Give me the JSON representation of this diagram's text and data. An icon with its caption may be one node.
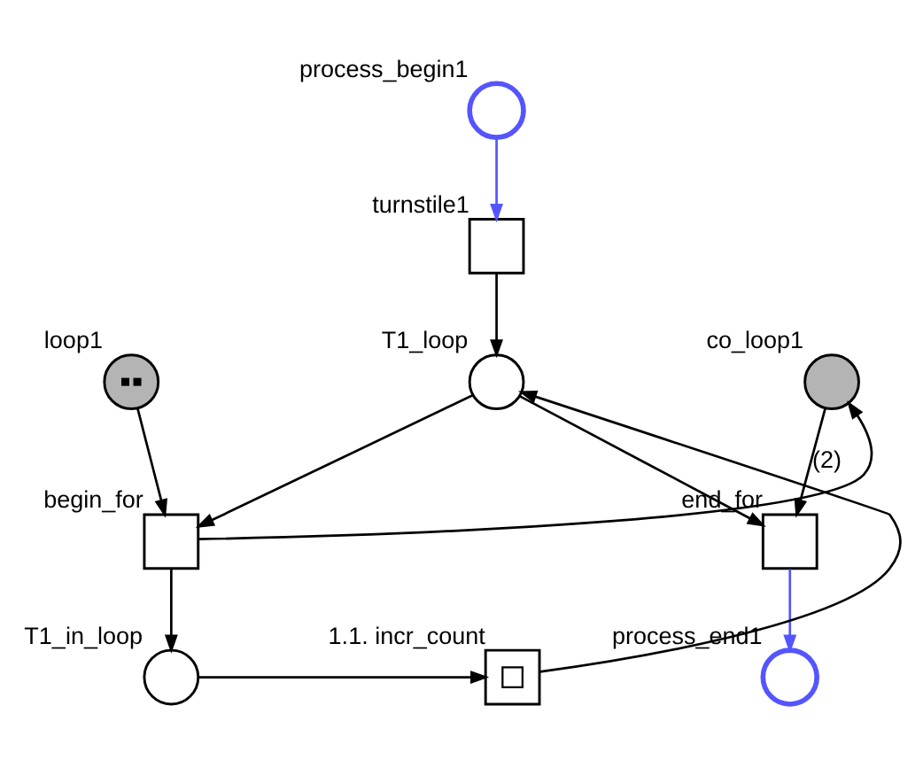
{
  "diagram": {
    "nodes": [
      {
        "text": [],
        "shape": "circle",
        "beside": [
          "process_begin1"
        ]
      },
      {
        "text": [],
        "shape": "box",
        "beside": [
          "turnstile1"
        ]
      },
      {
        "text": [],
        "shape": "circle",
        "beside": [
          "T1_loop"
        ]
      },
      {
        "text": [],
        "shape": "circle",
        "beside": [
          "loop1"
        ]
      },
      {
        "text": [],
        "shape": "circle",
        "beside": [
          "co_loop1"
        ]
      },
      {
        "text": [],
        "shape": "box",
        "beside": [
          "begin_for"
        ]
      },
      {
        "text": [],
        "shape": "box",
        "beside": [
          "end_for"
        ]
      },
      {
        "text": [],
        "shape": "circle",
        "beside": [
          "T1_in_loop"
        ]
      },
      {
        "text": [],
        "shape": "box",
        "beside": [
          "1.1. incr_count"
        ]
      },
      {
        "text": [],
        "shape": "circle",
        "beside": [
          "process_end1"
        ]
      }
    ],
    "edges": [
      {
        "from": 0,
        "to": 1,
        "arrow": "to",
        "color": "#5555ff"
      },
      {
        "from": 1,
        "to": 2,
        "arrow": "to"
      },
      {
        "from": 2,
        "to": 5,
        "arrow": "to"
      },
      {
        "from": 2,
        "to": 6,
        "arrow": "to"
      },
      {
        "from": 3,
        "to": 5,
        "arrow": "to"
      },
      {
        "from": 5,
        "to": 4,
        "arrow": "to"
      },
      {
        "from": 4,
        "to": 6,
        "arrow": "to",
        "label": "(2)"
      },
      {
        "from": 6,
        "to": 9,
        "arrow": "to",
        "color": "#5555ff"
      },
      {
        "from": 5,
        "to": 7,
        "arrow": "to"
      },
      {
        "from": 7,
        "to": 8,
        "arrow": "to"
      },
      {
        "from": 8,
        "to": 2,
        "arrow": "to"
      }
    ]
  }
}
